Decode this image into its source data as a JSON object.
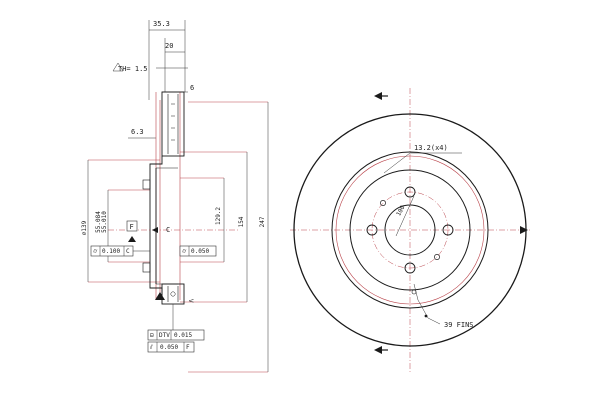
{
  "side_view": {
    "dims": {
      "overall_width": "35.3",
      "hat_width": "20",
      "wear_th": "TH= 1.5",
      "friction_th": "6",
      "hat_thickness": "6.3",
      "d139": "139",
      "d55_084": "55.084",
      "d55_010": "55.010",
      "d129": "129.2",
      "d154": "154",
      "d247": "247"
    },
    "datums": {
      "f": "F",
      "c": "C",
      "v": "V"
    },
    "tolerances": {
      "runout_left_value": "0.100",
      "runout_left_ref": "C",
      "runout_right_value": "0.050",
      "dtv_label": "DTV",
      "dtv_value": "0.015",
      "flat_value": "0.050",
      "flat_ref": "F"
    }
  },
  "front_view": {
    "bolt_holes": "13.2(x4)",
    "pcd": "100",
    "fins": "39 FINS"
  }
}
